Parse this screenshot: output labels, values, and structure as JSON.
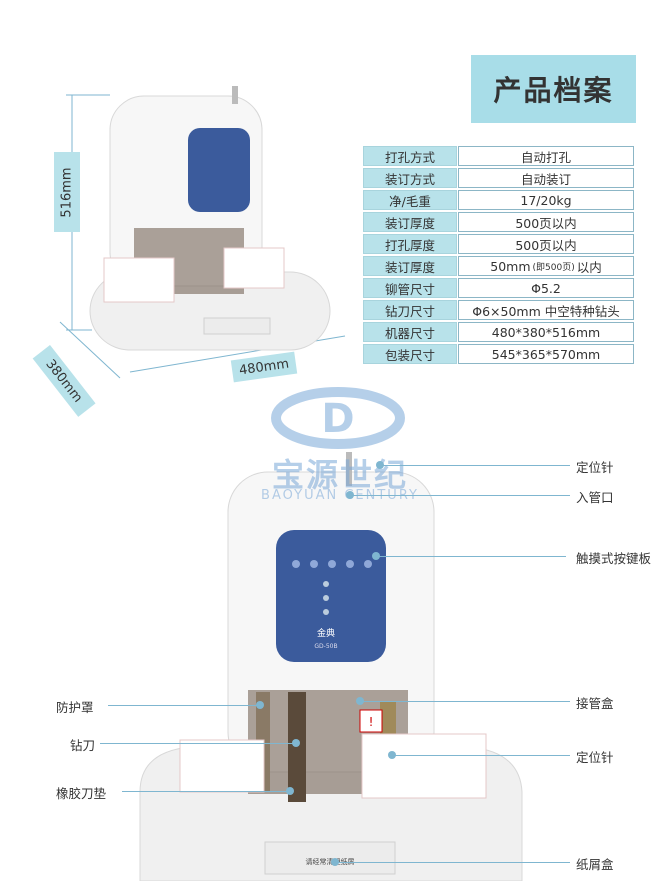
{
  "title": "产品档案",
  "specs": [
    {
      "key": "打孔方式",
      "value": "自动打孔"
    },
    {
      "key": "装订方式",
      "value": "自动装订"
    },
    {
      "key": "净/毛重",
      "value": "17/20kg"
    },
    {
      "key": "装订厚度",
      "value": "500页以内"
    },
    {
      "key": "打孔厚度",
      "value": "500页以内"
    },
    {
      "key": "装订厚度",
      "value_main": "50mm",
      "value_note": "(即500页)",
      "value_tail": "以内"
    },
    {
      "key": "铆管尺寸",
      "value": "Φ5.2"
    },
    {
      "key": "钻刀尺寸",
      "value": "Φ6×50mm 中空特种钻头"
    },
    {
      "key": "机器尺寸",
      "value": "480*380*516mm"
    },
    {
      "key": "包装尺寸",
      "value": "545*365*570mm"
    }
  ],
  "dimensions": {
    "height": "516mm",
    "depth": "380mm",
    "width": "480mm"
  },
  "watermark": {
    "cn": "宝源世纪",
    "en": "BAOYUAN CENTURY"
  },
  "callouts": {
    "locating_pin_top": "定位针",
    "tube_inlet": "入管口",
    "touch_panel": "触摸式按键板",
    "guard": "防护罩",
    "tube_box": "接管盒",
    "drill": "钻刀",
    "locating_pin_bottom": "定位针",
    "rubber_pad": "橡胶刀垫",
    "scrap_box": "纸屑盒"
  },
  "machine_text": {
    "brand": "金典",
    "model": "GD-50B",
    "tray_label": "请经常清理纸屑"
  },
  "colors": {
    "accent": "#a8dde8",
    "panel_blue": "#3b5b9c",
    "line": "#7fb6d0"
  }
}
